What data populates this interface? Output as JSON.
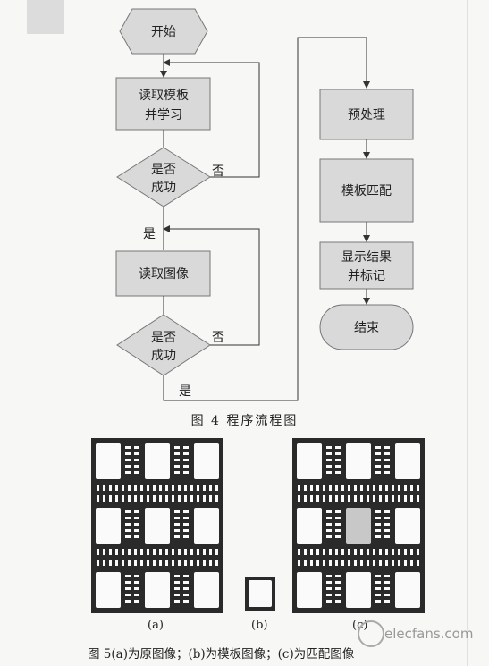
{
  "flowchart": {
    "start": "开始",
    "read_template": [
      "读取模板",
      "并学习"
    ],
    "decision1": [
      "是否",
      "成功"
    ],
    "no1": "否",
    "yes1": "是",
    "read_image": "读取图像",
    "decision2": [
      "是否",
      "成功"
    ],
    "no2": "否",
    "yes2": "是",
    "preprocess": "预处理",
    "template_match": "模板匹配",
    "show_result": [
      "显示结果",
      "并标记"
    ],
    "end": "结束"
  },
  "figure4_caption": "图 4 程序流程图",
  "figure5": {
    "label_a": "(a)",
    "label_b": "(b)",
    "label_c": "(c)",
    "caption": "图 5(a)为原图像；(b)为模板图像；(c)为匹配图像"
  },
  "watermark": "elecfans.com",
  "colors": {
    "box_fill": "#d9d9d9",
    "box_stroke": "#777777",
    "pattern": "#2a2a2a",
    "highlight": "#c8c8c8"
  }
}
